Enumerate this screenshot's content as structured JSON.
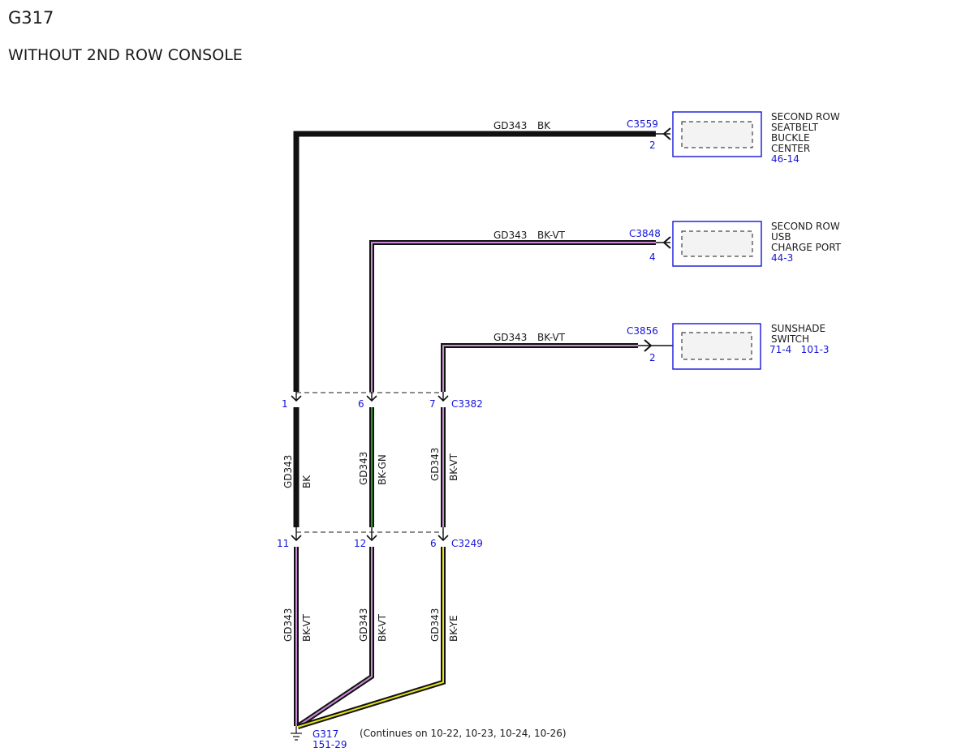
{
  "header": {
    "title": "G317",
    "subtitle": "WITHOUT 2ND ROW CONSOLE"
  },
  "components": [
    {
      "lines": [
        "SECOND ROW",
        "SEATBELT",
        "BUCKLE",
        "CENTER"
      ],
      "ref": "46-14",
      "connector": "C3559",
      "pin": "2",
      "circuit": "GD343",
      "color": "BK"
    },
    {
      "lines": [
        "SECOND ROW",
        "USB",
        "CHARGE PORT"
      ],
      "ref": "44-3",
      "connector": "C3848",
      "pin": "4",
      "circuit": "GD343",
      "color": "BK-VT"
    },
    {
      "lines": [
        "SUNSHADE",
        "SWITCH"
      ],
      "ref": "71-4   101-3",
      "connector": "C3856",
      "pin": "2",
      "circuit": "GD343",
      "color": "BK-VT"
    }
  ],
  "inline_connectors": [
    {
      "name": "C3382",
      "pins": [
        "1",
        "6",
        "7"
      ]
    },
    {
      "name": "C3249",
      "pins": [
        "11",
        "12",
        "6"
      ]
    }
  ],
  "mid_wires": [
    {
      "circuit": "GD343",
      "color": "BK"
    },
    {
      "circuit": "GD343",
      "color": "BK-GN"
    },
    {
      "circuit": "GD343",
      "color": "BK-VT"
    }
  ],
  "lower_wires": [
    {
      "circuit": "GD343",
      "color": "BK-VT"
    },
    {
      "circuit": "GD343",
      "color": "BK-VT"
    },
    {
      "circuit": "GD343",
      "color": "BK-YE"
    }
  ],
  "ground": {
    "name": "G317",
    "ref": "151-29",
    "note": "(Continues on 10-22, 10-23, 10-24, 10-26)"
  },
  "colors": {
    "label_blue": "#1515d8",
    "wire_black": "#111111",
    "wire_violet": "#c98ad6",
    "wire_green": "#1fa31f",
    "wire_yellow": "#e6e21a"
  }
}
